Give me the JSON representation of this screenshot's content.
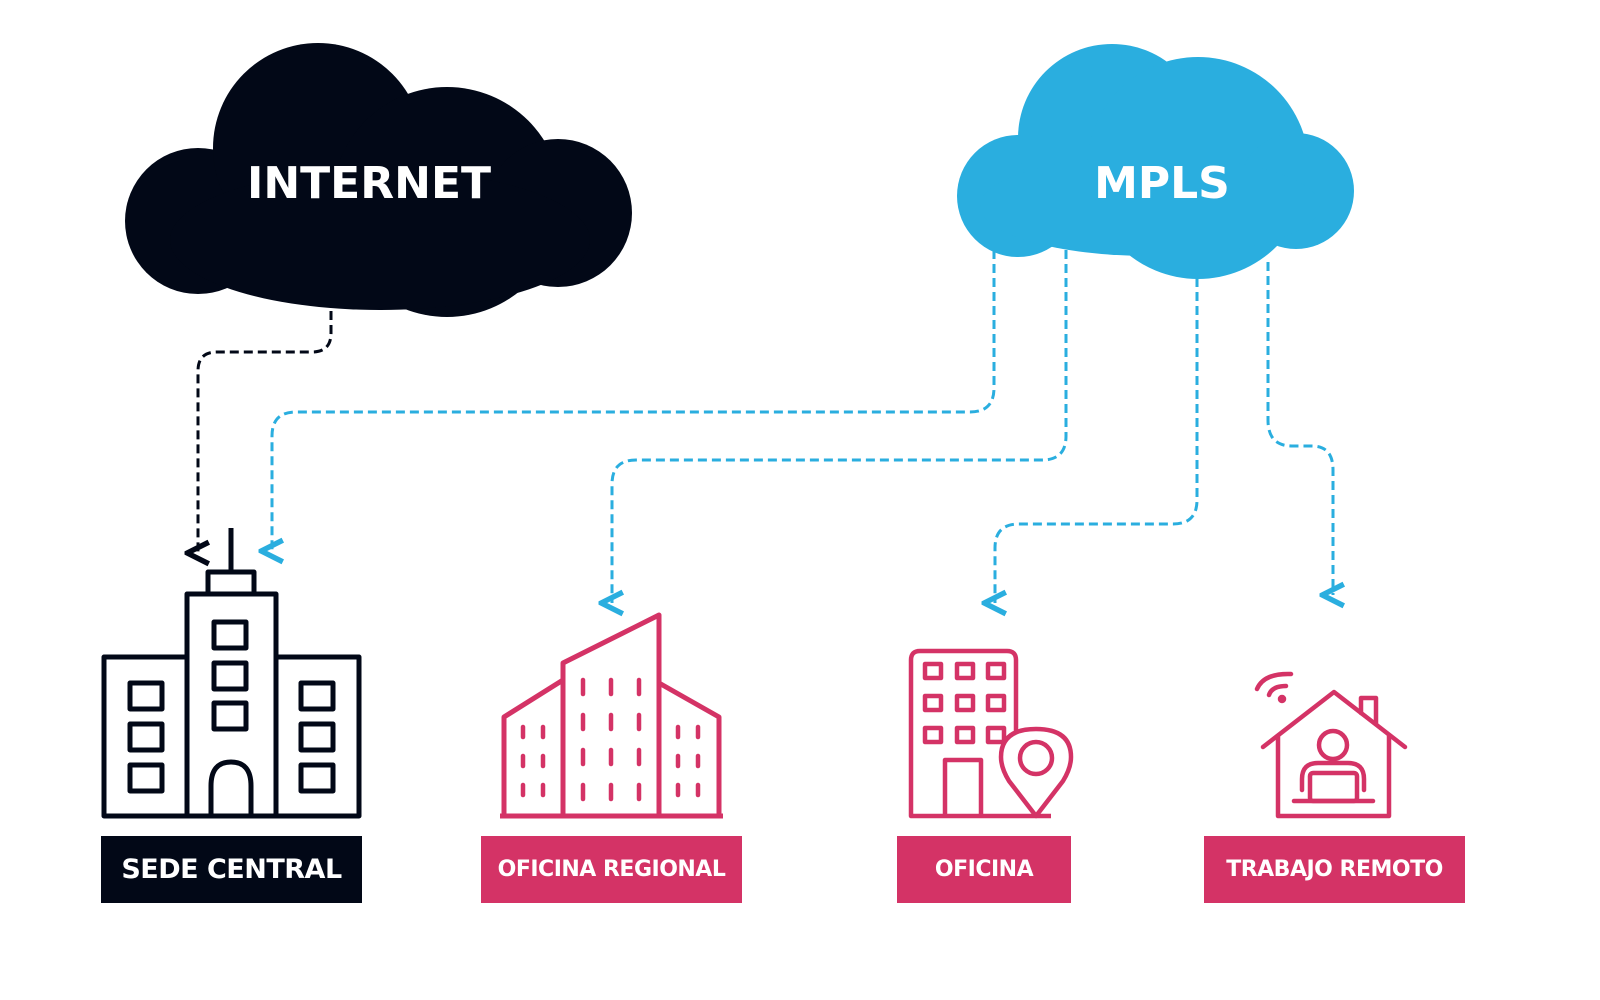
{
  "colors": {
    "dark": "#020817",
    "blue": "#2aaedf",
    "pink": "#d43366",
    "white": "#ffffff"
  },
  "clouds": {
    "internet": {
      "label": "INTERNET",
      "icon": "cloud-icon"
    },
    "mpls": {
      "label": "MPLS",
      "icon": "cloud-icon"
    }
  },
  "sites": [
    {
      "label": "SEDE CENTRAL",
      "icon": "headquarters-building-icon",
      "color": "#020817"
    },
    {
      "label": "OFICINA REGIONAL",
      "icon": "office-buildings-icon",
      "color": "#d43366"
    },
    {
      "label": "OFICINA",
      "icon": "office-location-icon",
      "color": "#d43366"
    },
    {
      "label": "TRABAJO REMOTO",
      "icon": "remote-work-home-icon",
      "color": "#d43366"
    }
  ]
}
